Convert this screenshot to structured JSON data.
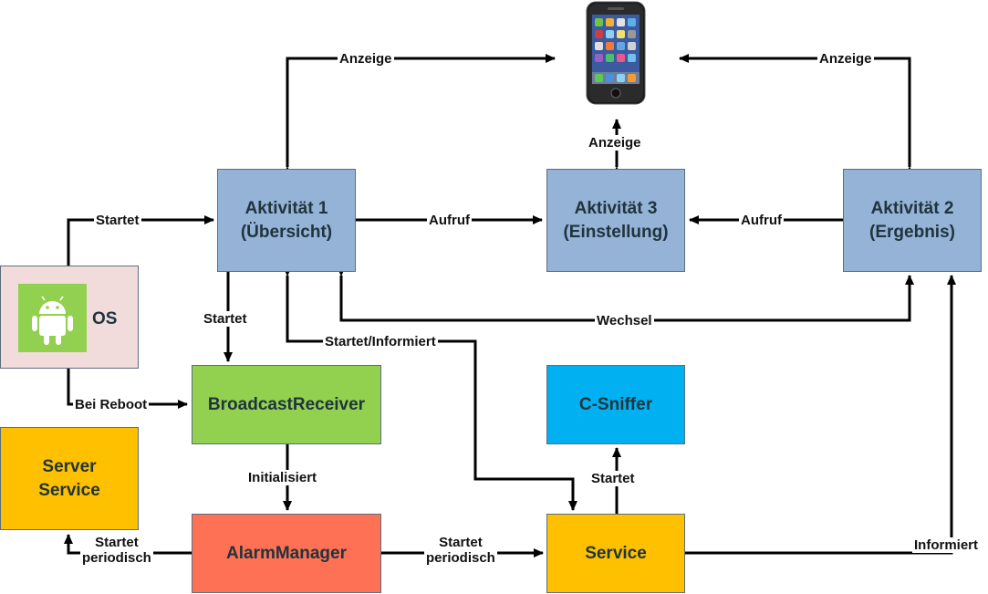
{
  "nodes": {
    "aktivitaet1": {
      "line1": "Aktivität 1",
      "line2": "(Übersicht)",
      "color": "#95b3d7"
    },
    "aktivitaet3": {
      "line1": "Aktivität 3",
      "line2": "(Einstellung)",
      "color": "#95b3d7"
    },
    "aktivitaet2": {
      "line1": "Aktivität 2",
      "line2": "(Ergebnis)",
      "color": "#95b3d7"
    },
    "os": {
      "label": "OS",
      "color": "#f2dcdb",
      "icon": "android-robot-icon",
      "icon_bg": "#92d050"
    },
    "broadcast": {
      "label": "BroadcastReceiver",
      "color": "#92d050"
    },
    "csniffer": {
      "label": "C-Sniffer",
      "color": "#00b0f0"
    },
    "server": {
      "line1": "Server",
      "line2": "Service",
      "color": "#ffc000"
    },
    "alarm": {
      "label": "AlarmManager",
      "color": "#ff7155"
    },
    "service": {
      "label": "Service",
      "color": "#ffc000"
    },
    "phone": {
      "icon": "smartphone-icon"
    }
  },
  "edges": {
    "anzeige_left": "Anzeige",
    "anzeige_right": "Anzeige",
    "anzeige_mid": "Anzeige",
    "startet_os": "Startet",
    "aufruf_1_3": "Aufruf",
    "aufruf_2_3": "Aufruf",
    "startet_br": "Startet",
    "wechsel": "Wechsel",
    "startet_informiert": "Startet/Informiert",
    "bei_reboot": "Bei Reboot",
    "initialisiert": "Initialisiert",
    "startet_csniffer": "Startet",
    "startet_periodisch_server_1": "Startet",
    "startet_periodisch_server_2": "periodisch",
    "startet_periodisch_service_1": "Startet",
    "startet_periodisch_service_2": "periodisch",
    "informiert": "Informiert"
  }
}
